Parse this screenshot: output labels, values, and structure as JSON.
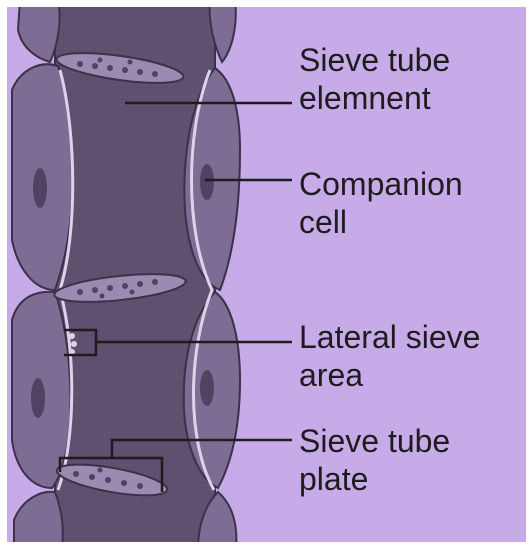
{
  "labels": {
    "sieve_tube_element": {
      "line1": "Sieve tube",
      "line2": "elemnent"
    },
    "companion_cell": {
      "line1": "Companion",
      "line2": "cell"
    },
    "lateral_sieve_area": {
      "line1": "Lateral sieve",
      "line2": "area"
    },
    "sieve_tube_plate": {
      "line1": "Sieve tube",
      "line2": "plate"
    }
  },
  "colors": {
    "background": "#c7aae8",
    "cell_fill": "#7d6c93",
    "tube_fill": "#5d4f6d",
    "outline": "#3b3148",
    "wall_highlight": "#ddd2ea",
    "nucleus": "#4f4262",
    "plate_fill": "#9a8bb0",
    "leader_line": "#1d1d1d"
  }
}
